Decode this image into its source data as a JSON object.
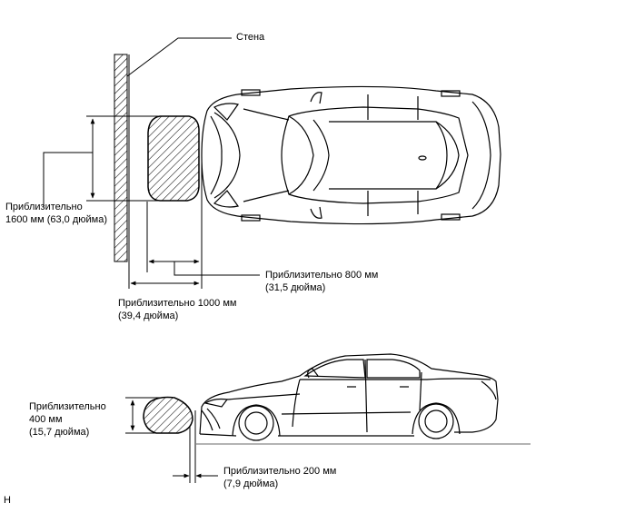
{
  "wall_label": "Стена",
  "top_view": {
    "height_label": [
      "Приблизительно",
      "1600 мм (63,0 дюйма)"
    ],
    "offset_label": [
      "Приблизительно 800 мм",
      "(31,5 дюйма)"
    ],
    "distance_label": [
      "Приблизительно 1000 мм",
      "(39,4 дюйма)"
    ]
  },
  "side_view": {
    "height_label": [
      "Приблизительно",
      "400 мм",
      "(15,7 дюйма)"
    ],
    "offset_label": [
      "Приблизительно 200 мм",
      "(7,9 дюйма)"
    ]
  },
  "corner_mark": "H",
  "colors": {
    "line": "#000000",
    "background": "#ffffff",
    "ground": "#888888"
  }
}
